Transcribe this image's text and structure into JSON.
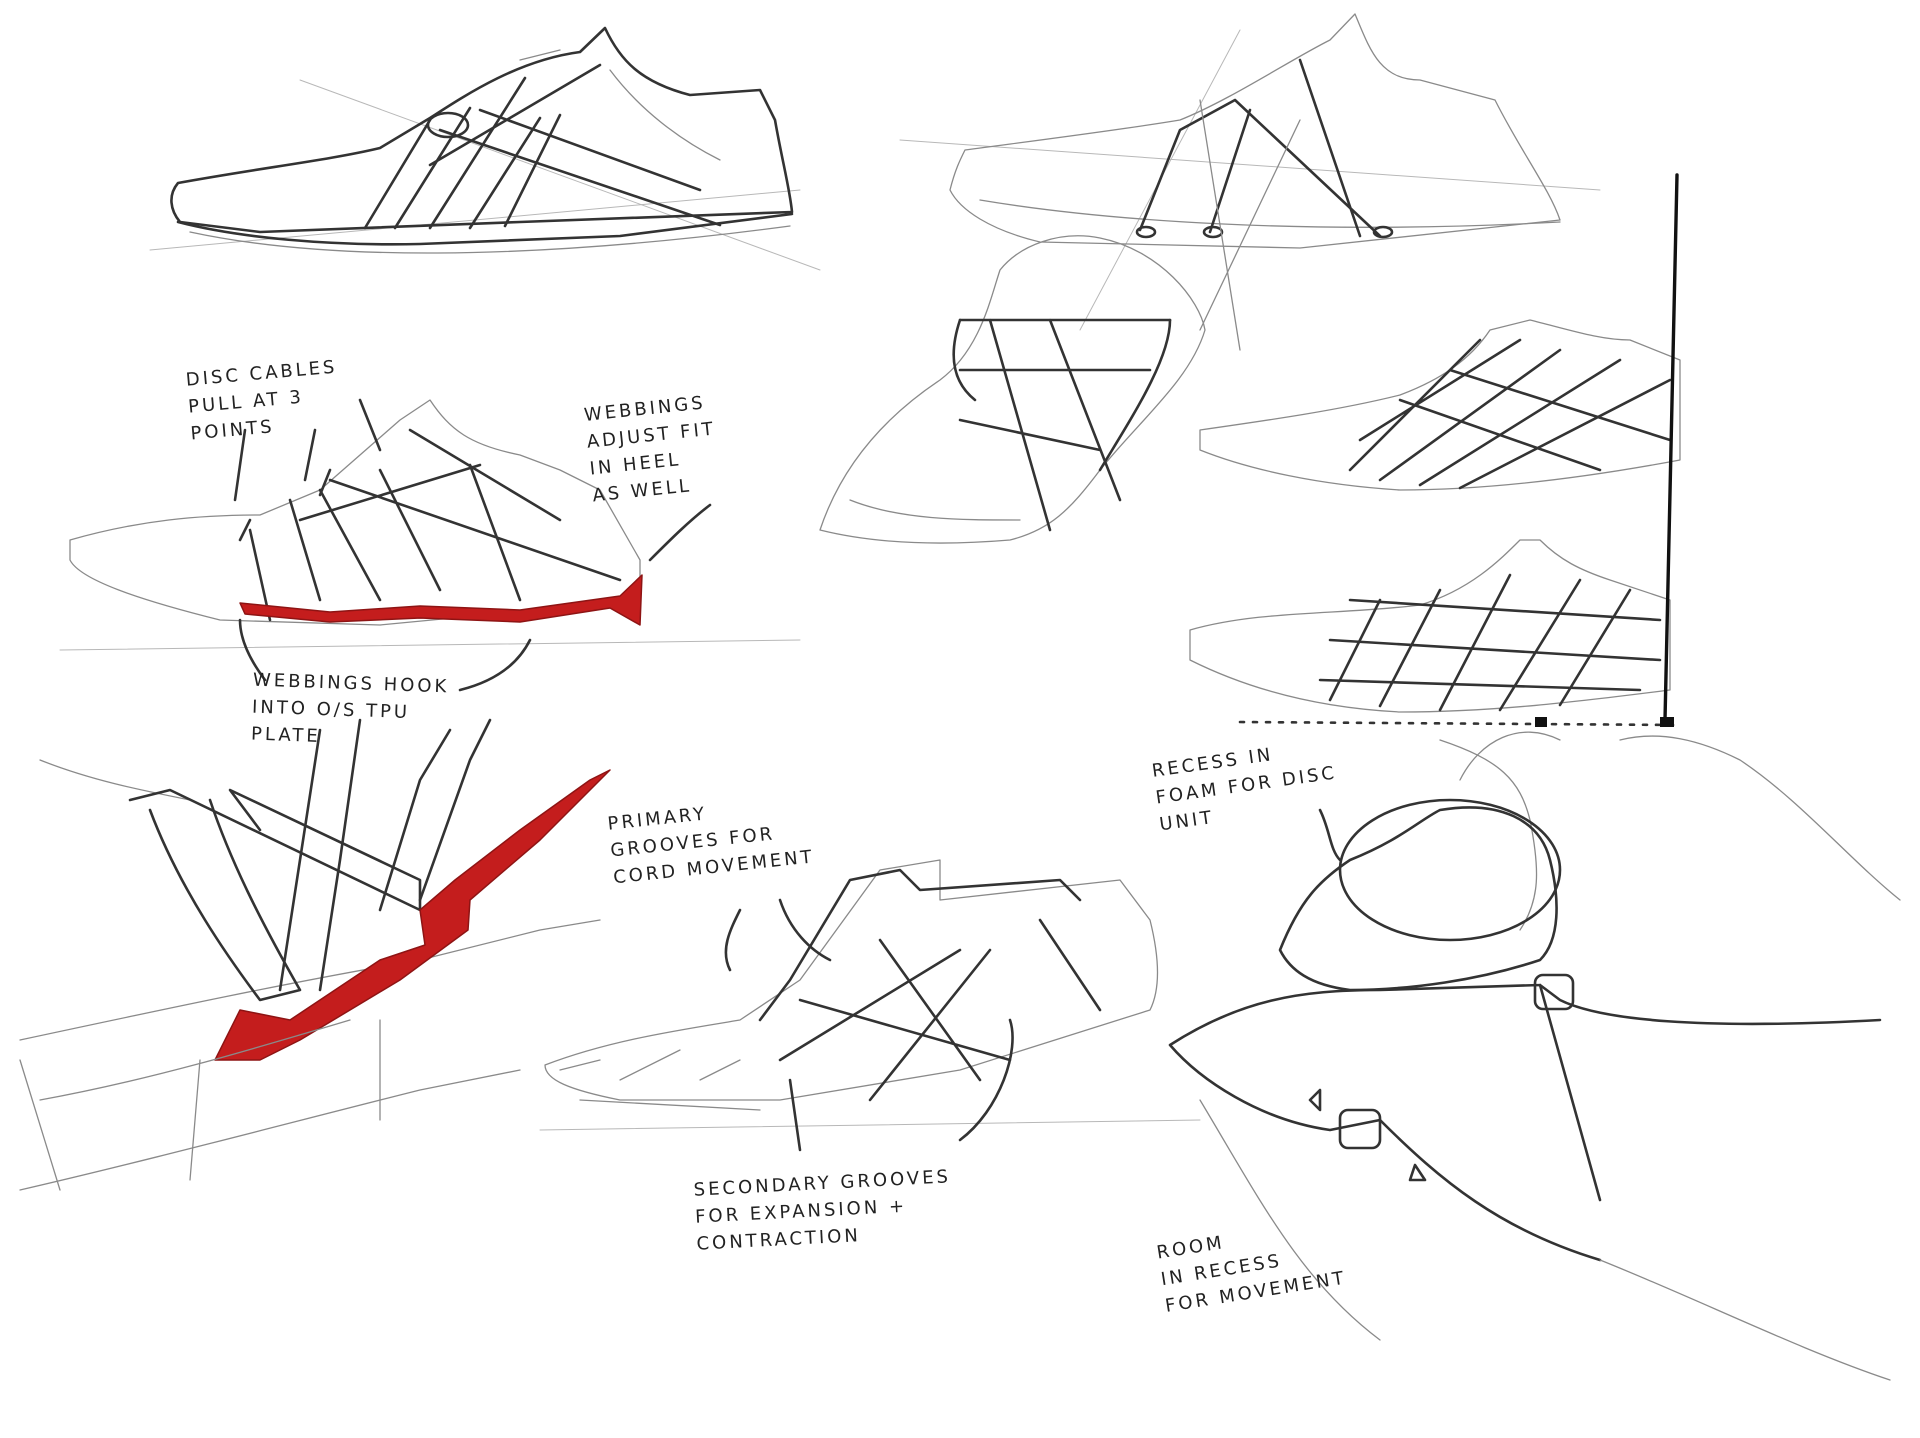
{
  "colors": {
    "paper": "#ffffff",
    "ink": "#222222",
    "pencil": "#8a8a8a",
    "accent_red": "#c41d1d"
  },
  "annotations": {
    "disc_cables": [
      "DISC CABLES",
      "PULL AT 3",
      "POINTS"
    ],
    "webbings_fit": [
      "WEBBINGS",
      "ADJUST FIT",
      "IN HEEL",
      "AS WELL"
    ],
    "webbings_hook": [
      "WEBBINGS HOOK",
      "INTO O/S TPU",
      "PLATE"
    ],
    "primary_grooves": [
      "PRIMARY",
      "GROOVES FOR",
      "CORD MOVEMENT"
    ],
    "secondary_grooves": [
      "SECONDARY GROOVES",
      "FOR EXPANSION +",
      "CONTRACTION"
    ],
    "recess_foam": [
      "RECESS IN",
      "FOAM FOR DISC",
      "UNIT"
    ],
    "room_recess": [
      "ROOM",
      "IN RECESS",
      "FOR MOVEMENT"
    ]
  }
}
